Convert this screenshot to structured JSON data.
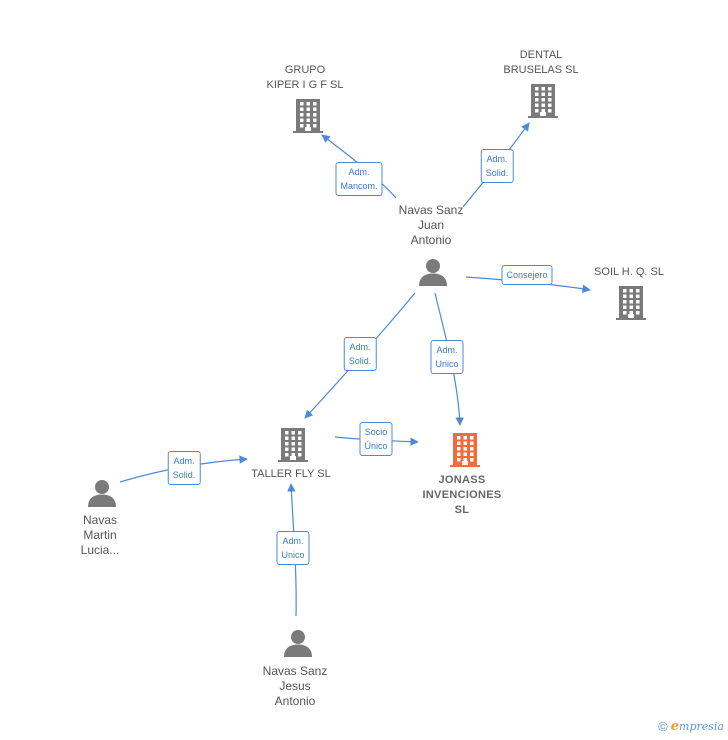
{
  "colors": {
    "edge": "#4a8ad8",
    "company_icon": "#7a7a7a",
    "person_icon": "#7a7a7a",
    "main_company_icon": "#f26b3a"
  },
  "nodes": {
    "grupo_kiper": {
      "type": "company",
      "lines": [
        "GRUPO",
        "KIPER I G F  SL"
      ]
    },
    "dental_bruselas": {
      "type": "company",
      "lines": [
        "DENTAL",
        "BRUSELAS  SL"
      ]
    },
    "soil_hq": {
      "type": "company",
      "lines": [
        "SOIL H.  Q.  SL"
      ]
    },
    "navas_juan": {
      "type": "person",
      "lines": [
        "Navas Sanz",
        "Juan",
        "Antonio"
      ]
    },
    "taller_fly": {
      "type": "company",
      "lines": [
        "TALLER FLY  SL"
      ]
    },
    "jonass": {
      "type": "company",
      "main": true,
      "lines": [
        "JONASS",
        "INVENCIONES",
        "SL"
      ]
    },
    "navas_martin": {
      "type": "person",
      "lines": [
        "Navas",
        "Martin",
        "Lucia..."
      ]
    },
    "navas_jesus": {
      "type": "person",
      "lines": [
        "Navas Sanz",
        "Jesus",
        "Antonio"
      ]
    }
  },
  "edges": {
    "juan_grupo": {
      "lines": [
        "Adm.",
        "Mancom."
      ]
    },
    "juan_dental": {
      "lines": [
        "Adm.",
        "Solid."
      ]
    },
    "juan_soil": {
      "lines": [
        "Consejero"
      ]
    },
    "juan_taller": {
      "lines": [
        "Adm.",
        "Solid."
      ]
    },
    "juan_jonass": {
      "lines": [
        "Adm.",
        "Unico"
      ]
    },
    "taller_jonass": {
      "lines": [
        "Socio",
        "Único"
      ]
    },
    "martin_taller": {
      "lines": [
        "Adm.",
        "Solid."
      ]
    },
    "jesus_taller": {
      "lines": [
        "Adm.",
        "Unico"
      ]
    }
  },
  "brand": {
    "copyright_symbol": "©",
    "name_initial": "e",
    "name_rest": "mpresia"
  }
}
